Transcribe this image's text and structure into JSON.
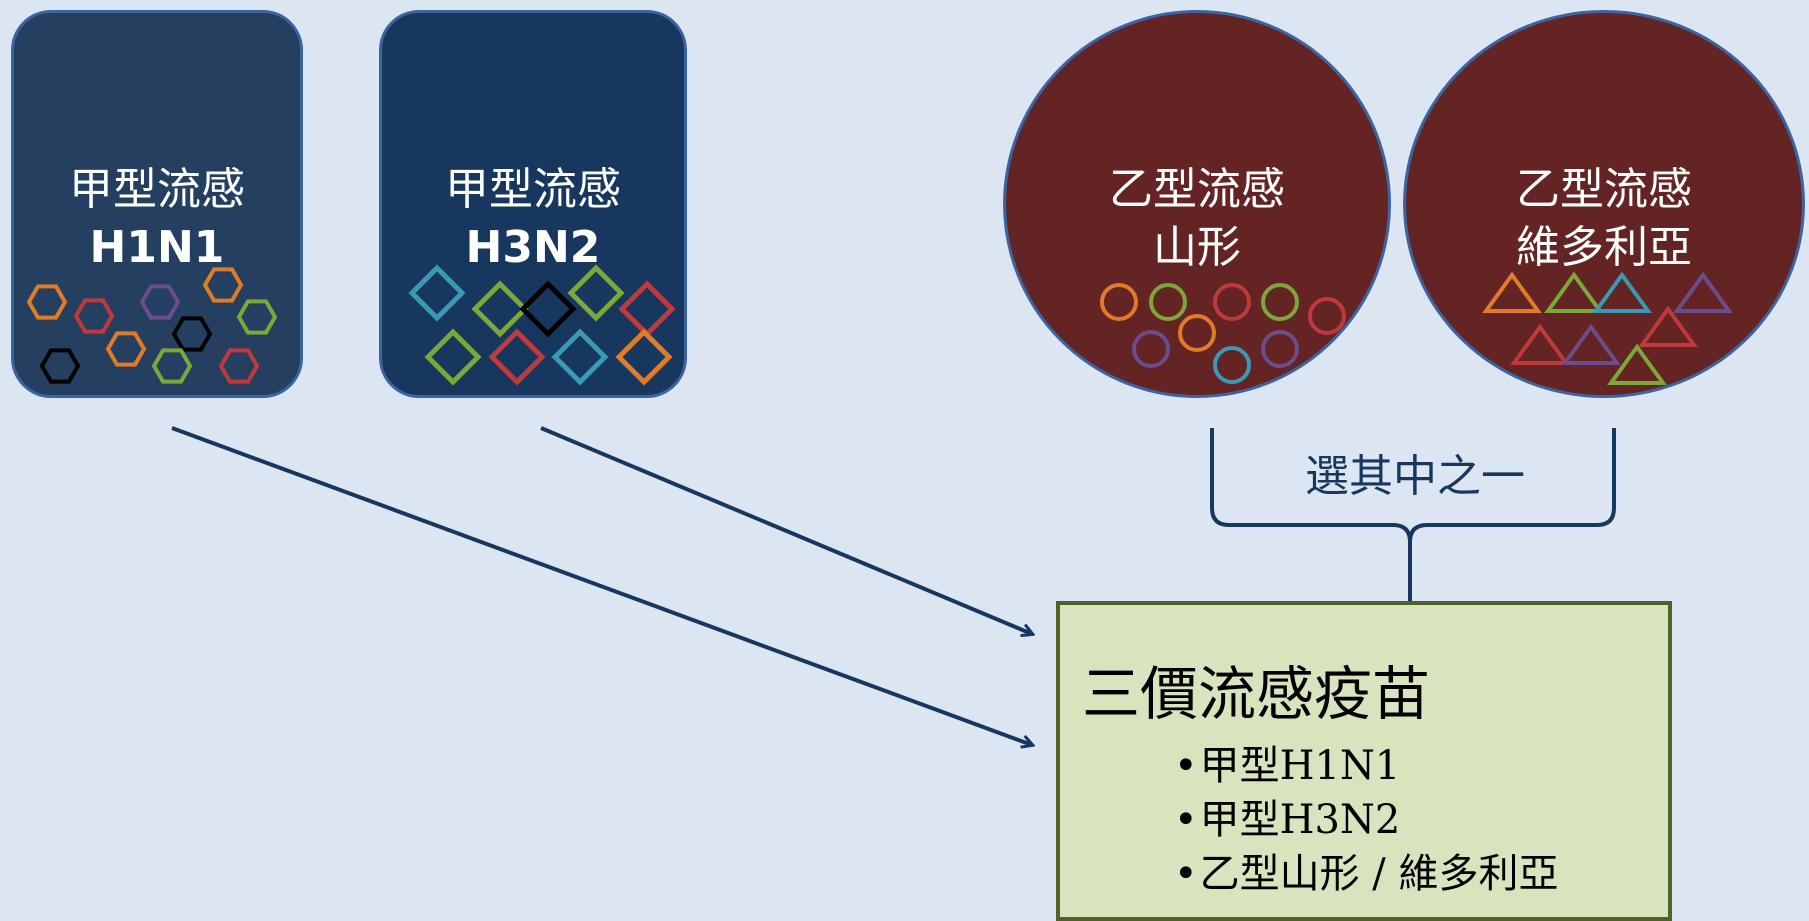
{
  "cards": {
    "a_h1n1": {
      "line1": "甲型流感",
      "line2": "H1N1"
    },
    "a_h3n2": {
      "line1": "甲型流感",
      "line2": "H3N2"
    },
    "b_yamagata": {
      "line1": "乙型流感",
      "line2": "山形"
    },
    "b_victoria": {
      "line1": "乙型流感",
      "line2": "維多利亞"
    }
  },
  "choose_one": "選其中之一",
  "vaccine": {
    "title": "三價流感疫苗",
    "items": [
      "甲型H1N1",
      "甲型H3N2",
      "乙型山形 / 維多利亞"
    ]
  },
  "icons": {
    "a_h1n1": "hexagon-icons",
    "a_h3n2": "diamond-icons",
    "b_yamagata": "circle-icons",
    "b_victoria": "triangle-icons"
  },
  "colors": {
    "background": "#dce6f2",
    "type_a_card": "#17375e",
    "type_b_card": "#632423",
    "vaccine_box": "#d7e4bd",
    "arrow": "#17375e"
  }
}
